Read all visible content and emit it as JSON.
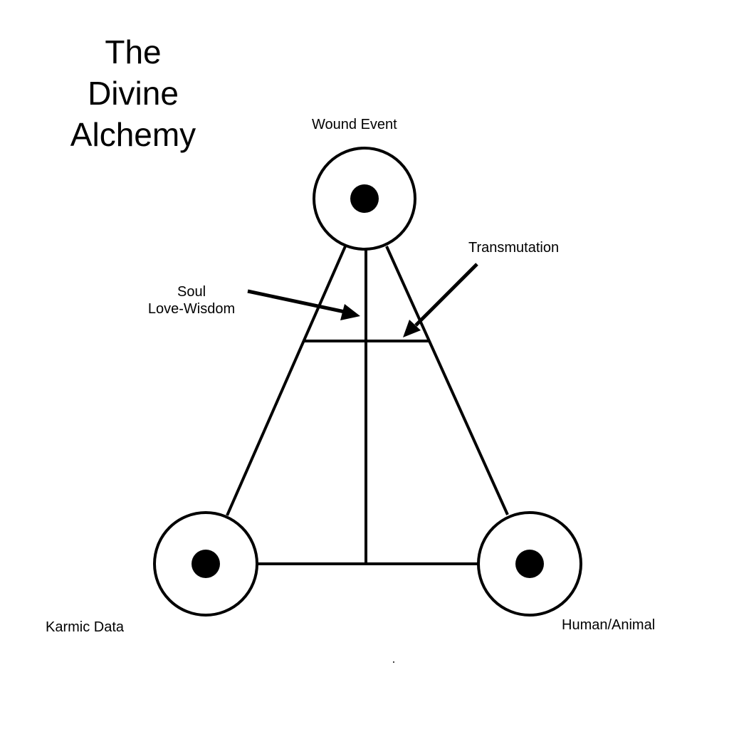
{
  "title": {
    "lines": [
      "The",
      "Divine",
      "Alchemy"
    ]
  },
  "nodes": {
    "top": {
      "label": "Wound Event"
    },
    "bottom_left": {
      "label": "Karmic Data"
    },
    "bottom_right": {
      "label": "Human/Animal"
    }
  },
  "annotations": {
    "soul": {
      "lines": [
        "Soul",
        "Love-Wisdom"
      ]
    },
    "transmutation": {
      "label": "Transmutation"
    }
  },
  "colors": {
    "stroke": "#000000",
    "background": "#ffffff"
  }
}
